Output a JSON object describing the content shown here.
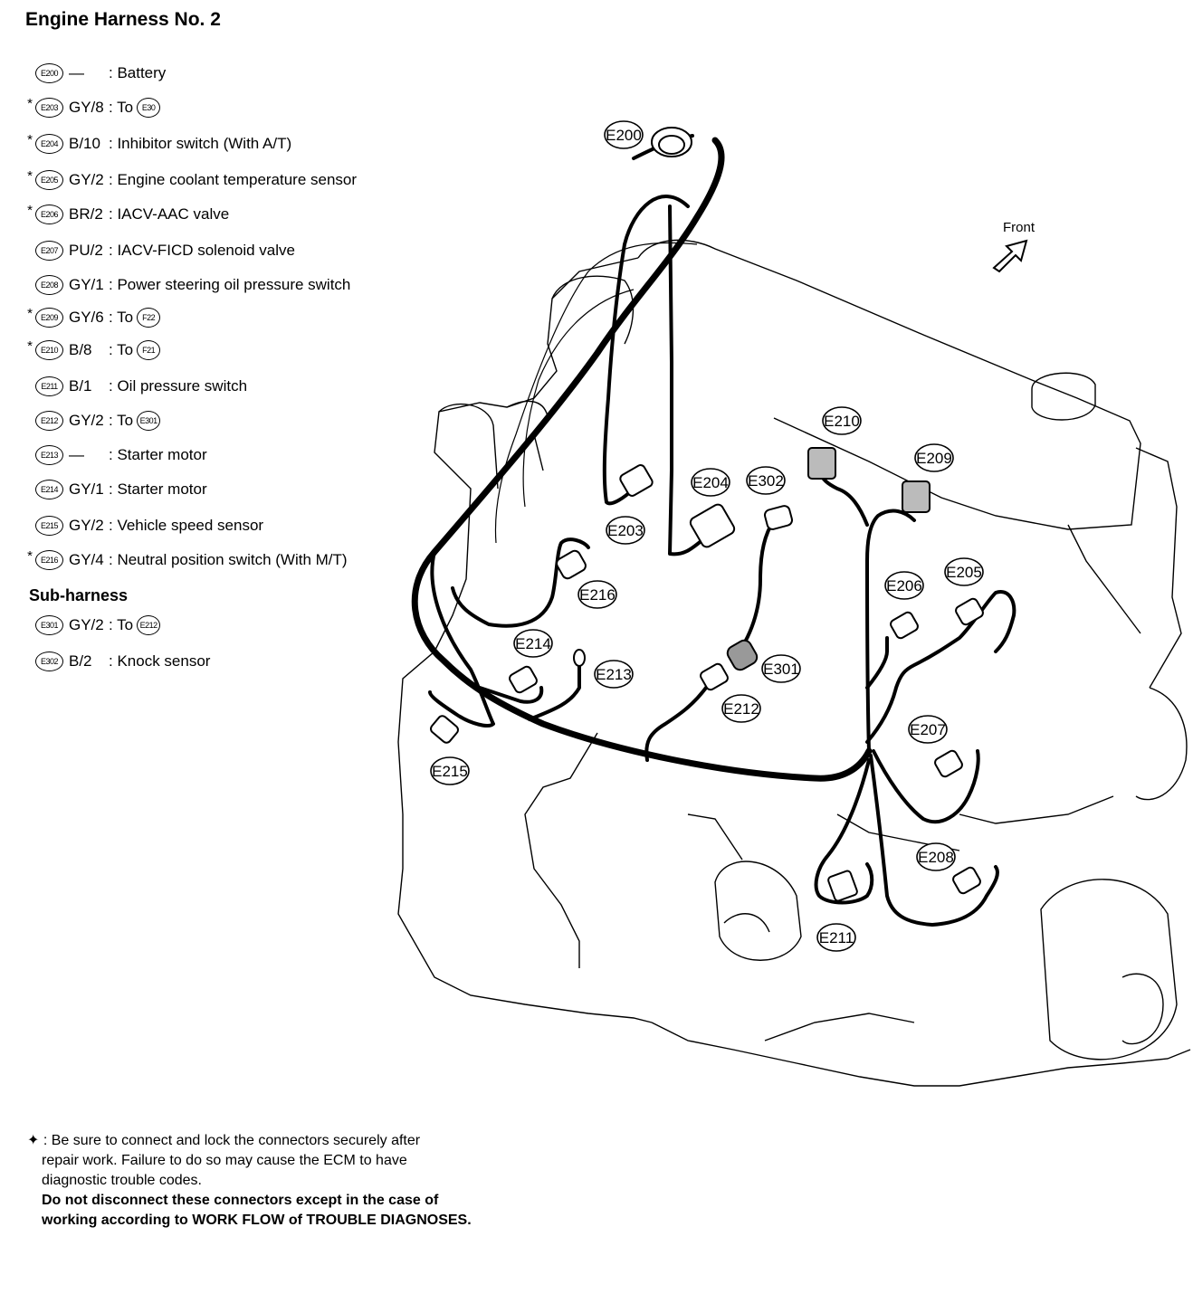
{
  "title": "Engine Harness No. 2",
  "legend": [
    {
      "star": false,
      "code": "E200",
      "wire": "—",
      "desc": ": Battery"
    },
    {
      "star": true,
      "code": "E203",
      "wire": "GY/8",
      "desc": ": To",
      "to": "E30"
    },
    {
      "star": true,
      "code": "E204",
      "wire": "B/10",
      "desc": ": Inhibitor switch (With A/T)"
    },
    {
      "star": true,
      "code": "E205",
      "wire": "GY/2",
      "desc": ": Engine coolant temperature sensor"
    },
    {
      "star": true,
      "code": "E206",
      "wire": "BR/2",
      "desc": ": IACV-AAC valve"
    },
    {
      "star": false,
      "code": "E207",
      "wire": "PU/2",
      "desc": ": IACV-FICD solenoid valve"
    },
    {
      "star": false,
      "code": "E208",
      "wire": "GY/1",
      "desc": ": Power steering oil pressure switch"
    },
    {
      "star": true,
      "code": "E209",
      "wire": "GY/6",
      "desc": ": To",
      "to": "F22"
    },
    {
      "star": true,
      "code": "E210",
      "wire": "B/8",
      "desc": ": To",
      "to": "F21"
    },
    {
      "star": false,
      "code": "E211",
      "wire": "B/1",
      "desc": ": Oil pressure switch"
    },
    {
      "star": false,
      "code": "E212",
      "wire": "GY/2",
      "desc": ": To",
      "to": "E301"
    },
    {
      "star": false,
      "code": "E213",
      "wire": "—",
      "desc": ": Starter motor"
    },
    {
      "star": false,
      "code": "E214",
      "wire": "GY/1",
      "desc": ": Starter motor"
    },
    {
      "star": false,
      "code": "E215",
      "wire": "GY/2",
      "desc": ": Vehicle speed sensor"
    },
    {
      "star": true,
      "code": "E216",
      "wire": "GY/4",
      "desc": ": Neutral position switch  (With M/T)"
    }
  ],
  "subharness_title": "Sub-harness",
  "subharness": [
    {
      "star": false,
      "code": "E301",
      "wire": "GY/2",
      "desc": ": To",
      "to": "E212"
    },
    {
      "star": false,
      "code": "E302",
      "wire": "B/2",
      "desc": ": Knock sensor"
    }
  ],
  "front_label": "Front",
  "connector_labels": [
    "E200",
    "E203",
    "E204",
    "E302",
    "E210",
    "E209",
    "E216",
    "E206",
    "E205",
    "E214",
    "E213",
    "E301",
    "E212",
    "E207",
    "E215",
    "E208",
    "E211"
  ],
  "note": {
    "line1": "✦ : Be sure to connect and lock the connectors securely after",
    "line2": "repair work. Failure to do so may cause the ECM to have",
    "line3": "diagnostic trouble codes.",
    "line4": "Do not disconnect these connectors except in the case of",
    "line5": "working according to WORK FLOW of TROUBLE DIAGNOSES."
  }
}
